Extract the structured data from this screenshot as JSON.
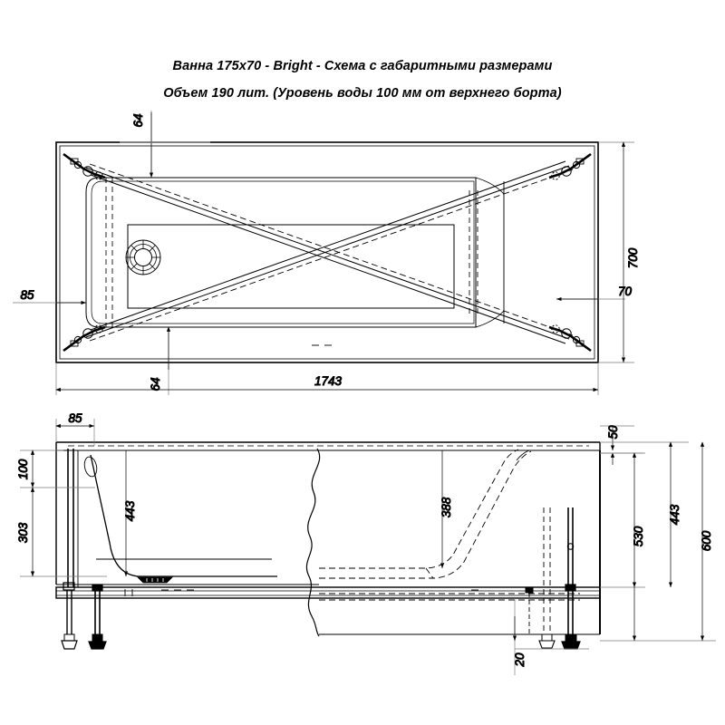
{
  "document": {
    "type": "technical-drawing",
    "title_line_1": "Ванна 175х70 - Bright - Схема с габаритными размерами",
    "title_line_2": "Объем 190 лит. (Уровень воды 100 мм от верхнего борта)",
    "line_color": "#000000",
    "background_color": "#ffffff"
  },
  "views": {
    "plan": {
      "name": "plan-view",
      "dimensions": {
        "length_overall": "1743",
        "width_overall": "700",
        "rim_offset_top": "64",
        "rim_offset_bottom": "64",
        "rim_thickness_left": "85",
        "rim_thickness_right": "70"
      }
    },
    "elevation": {
      "name": "side-elevation-view",
      "dimensions": {
        "rim_width": "85",
        "water_level_from_rim": "100",
        "depth_below_water": "303",
        "inner_depth_left": "443",
        "inner_depth_right": "388",
        "rim_to_frame": "50",
        "frame_height": "530",
        "height_right_443": "443",
        "total_height": "600",
        "foot_adjust": "20"
      }
    }
  },
  "labels": {
    "plan_64_top": "64",
    "plan_64_bottom": "64",
    "plan_85": "85",
    "plan_70": "70",
    "plan_700": "700",
    "plan_1743": "1743",
    "elev_85": "85",
    "elev_100": "100",
    "elev_303": "303",
    "elev_443_left": "443",
    "elev_388": "388",
    "elev_50": "50",
    "elev_443_right": "443",
    "elev_530": "530",
    "elev_600": "600",
    "elev_20": "20"
  }
}
